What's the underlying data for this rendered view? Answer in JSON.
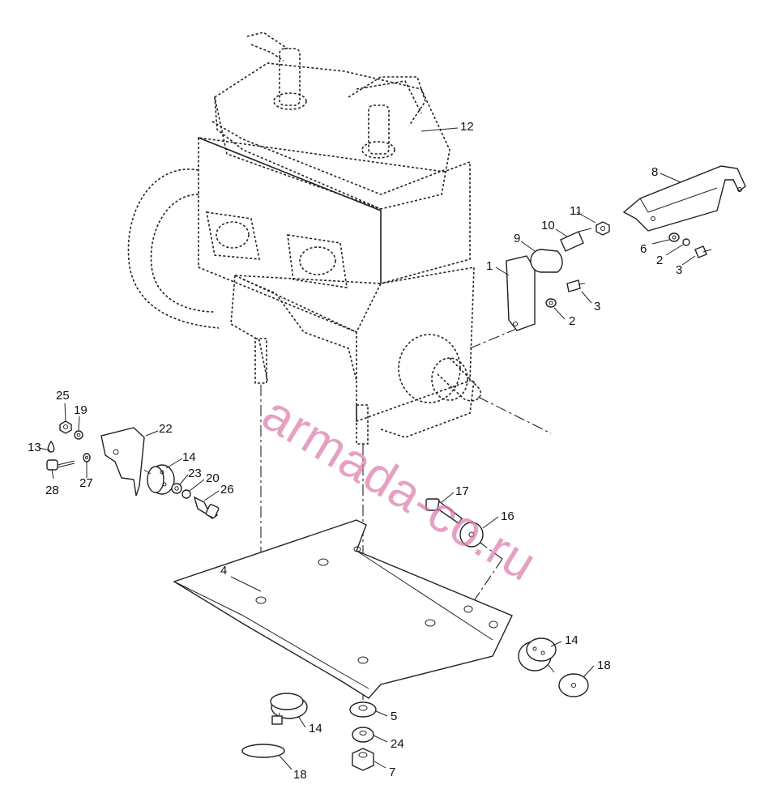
{
  "watermark": "armada-co.ru",
  "labels": {
    "l1": "1",
    "l2a": "2",
    "l2b": "2",
    "l3a": "3",
    "l3b": "3",
    "l4": "4",
    "l5": "5",
    "l6": "6",
    "l7": "7",
    "l8": "8",
    "l9": "9",
    "l10": "10",
    "l11": "11",
    "l12": "12",
    "l13": "13",
    "l14a": "14",
    "l14b": "14",
    "l14c": "14",
    "l16": "16",
    "l17": "17",
    "l18a": "18",
    "l18b": "18",
    "l19": "19",
    "l20": "20",
    "l22": "22",
    "l23": "23",
    "l24": "24",
    "l25": "25",
    "l26": "26",
    "l27": "27",
    "l28": "28"
  },
  "colors": {
    "line": "#222222",
    "watermark": "#dc78aa"
  }
}
